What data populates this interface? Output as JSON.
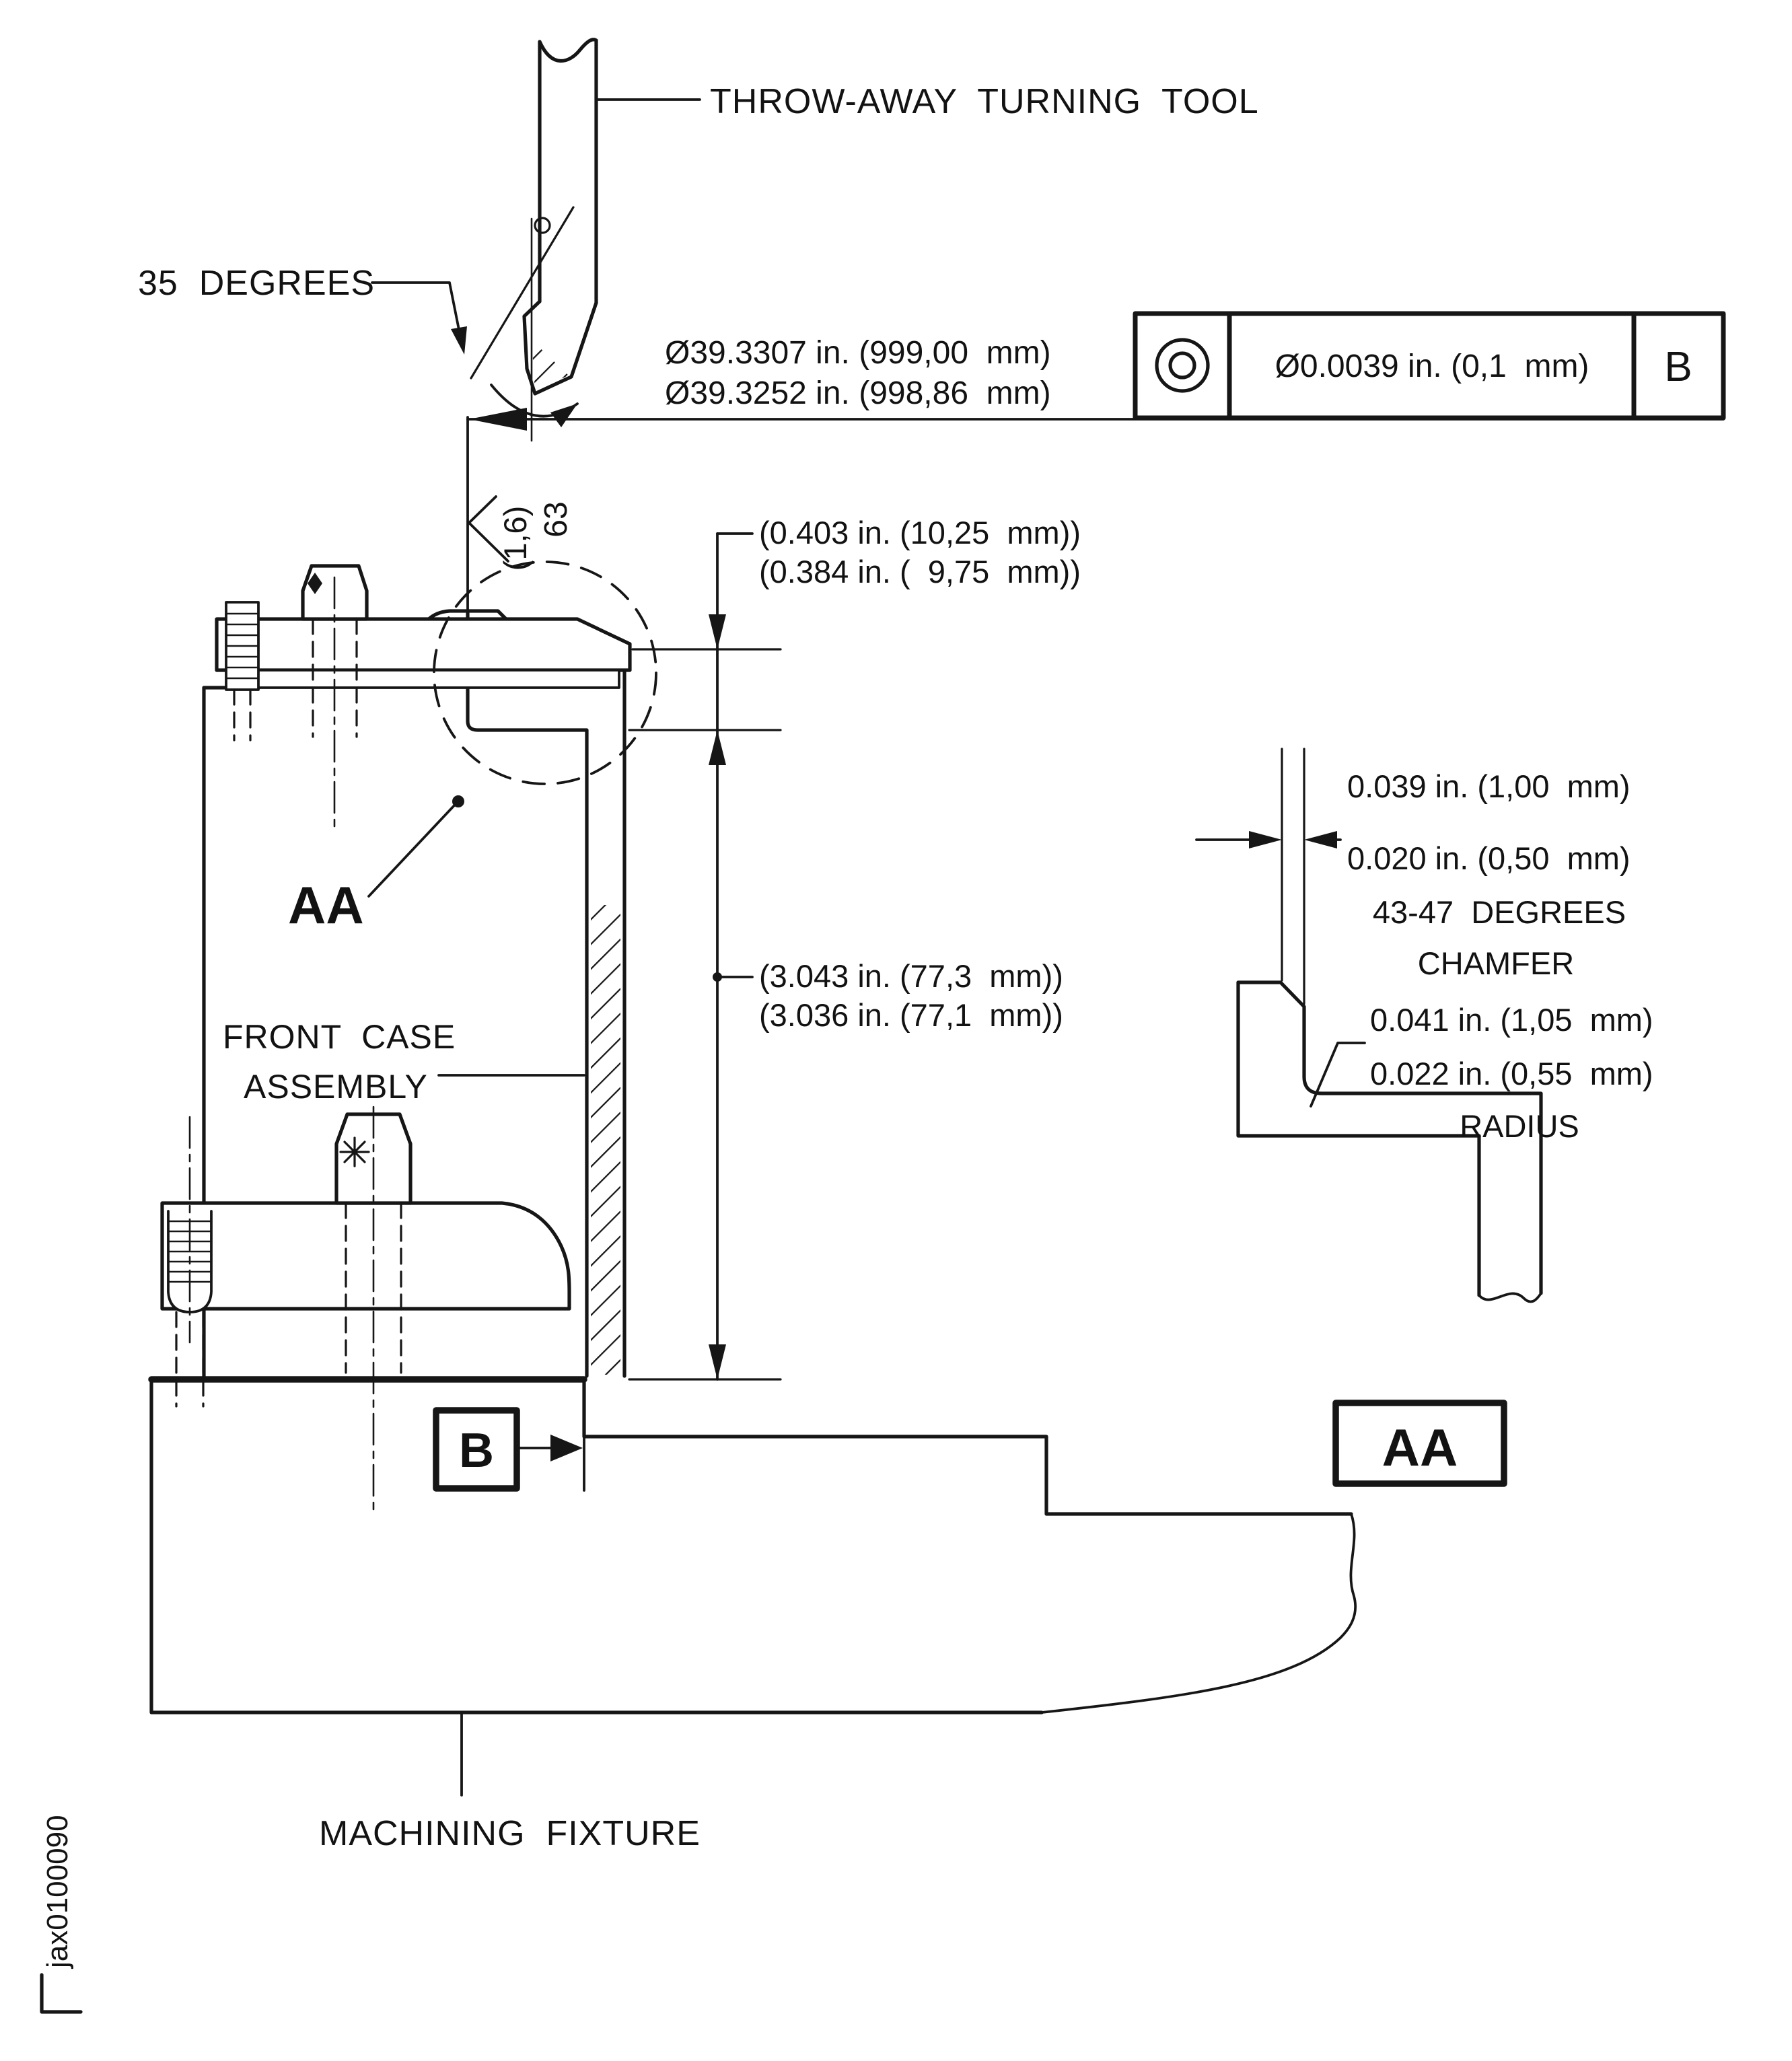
{
  "figure": {
    "tool_label": "THROW-AWAY  TURNING  TOOL",
    "angle_label": "35  DEGREES",
    "diameter_dim": {
      "line1": "Ø39.3307 in. (999,00  mm)",
      "line2": "Ø39.3252 in. (998,86  mm)"
    },
    "feature_control_frame": {
      "symbol": "concentricity",
      "tolerance": "Ø0.0039 in. (0,1  mm)",
      "datum": "B"
    },
    "surface_finish": {
      "value": "63",
      "metric": "(1,6)"
    },
    "step_dim": {
      "line1": "(0.403 in. (10,25  mm))",
      "line2": "(0.384 in. (  9,75  mm))"
    },
    "height_dim": {
      "line1": "(3.043 in. (77,3  mm))",
      "line2": "(3.036 in. (77,1  mm))"
    },
    "detail_ref_label": "AA",
    "front_case_label": {
      "line1": "FRONT  CASE",
      "line2": "ASSEMBLY"
    },
    "datum_label": "B",
    "machining_fixture_label": "MACHINING  FIXTURE",
    "doc_number": "jax0100090",
    "detail_view": {
      "chamfer_dim_line1": "0.039 in. (1,00  mm)",
      "chamfer_dim_line2": "0.020 in. (0,50  mm)",
      "chamfer_angle_line1": "43-47  DEGREES",
      "chamfer_angle_line2": "CHAMFER",
      "radius_dim_line1": "0.041 in. (1,05  mm)",
      "radius_dim_line2": "0.022 in. (0,55  mm)",
      "radius_label": "RADIUS",
      "view_label": "AA"
    }
  }
}
